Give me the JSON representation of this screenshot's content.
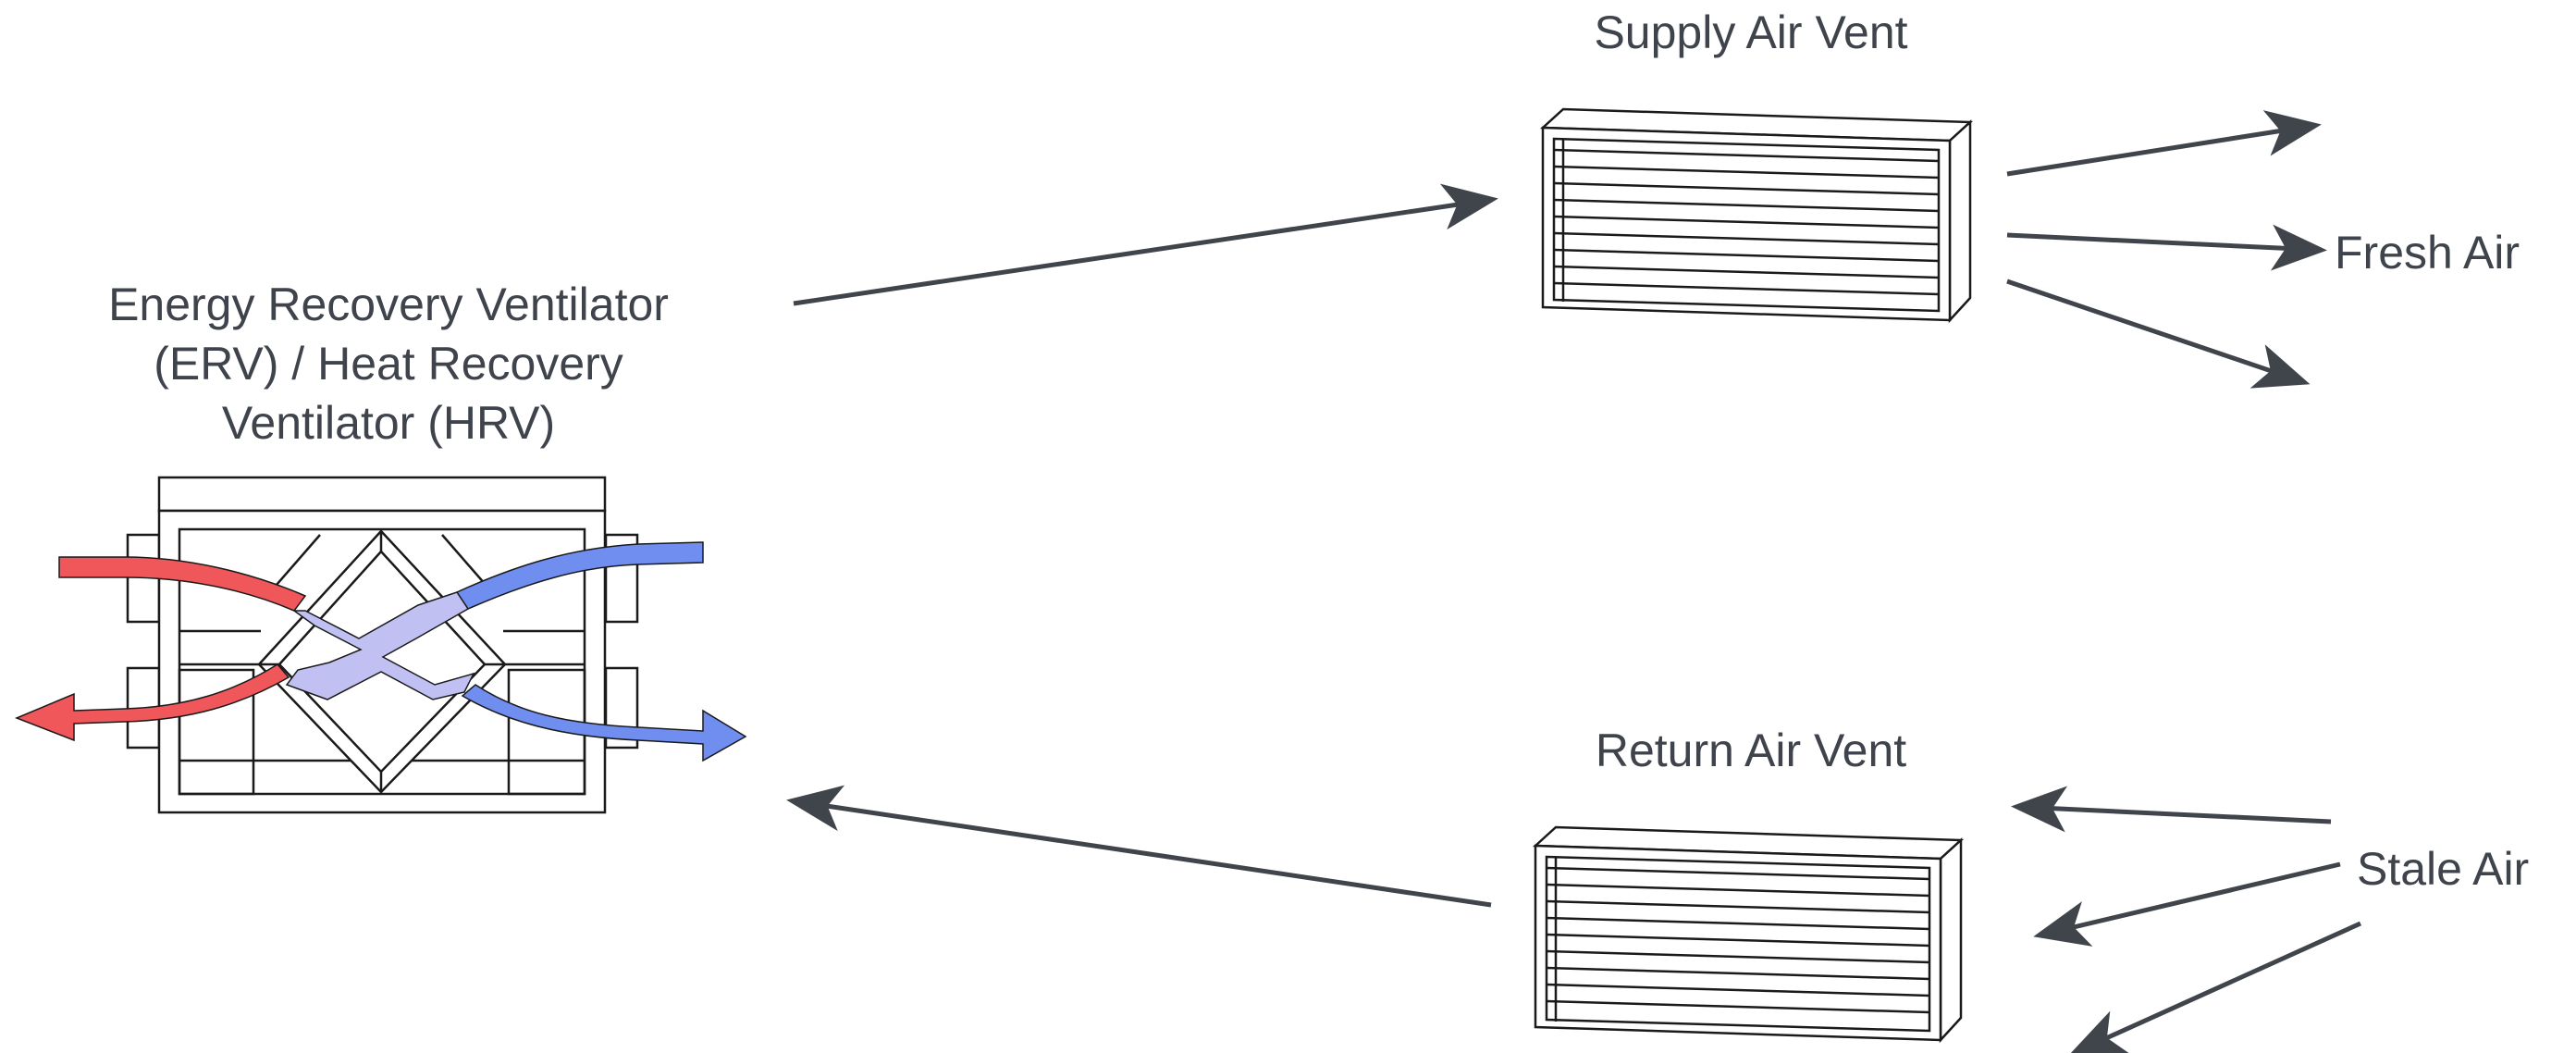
{
  "labels": {
    "supply_vent": "Supply  Air Vent",
    "return_vent": "Return Air Vent",
    "fresh_air": "Fresh Air",
    "stale_air": "Stale Air",
    "erv_line1": "Energy Recovery Ventilator",
    "erv_line2": "(ERV) / Heat Recovery",
    "erv_line3": "Ventilator (HRV)"
  },
  "colors": {
    "warm_air": "#f0575b",
    "cool_air": "#6f8ef0",
    "core_crossing": "#c0c0f2",
    "arrow": "#40444b",
    "text": "#3f444c"
  }
}
